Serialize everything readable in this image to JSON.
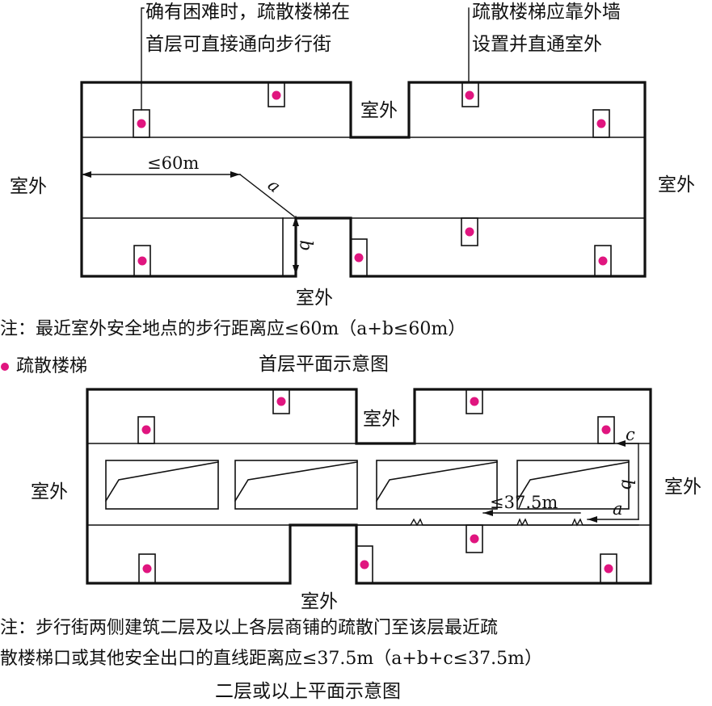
{
  "colors": {
    "stair": "#e0157f",
    "line": "#111111"
  },
  "icons": {
    "stair": "magenta-dot-icon"
  },
  "floor1": {
    "callout_left": [
      "确有困难时，疏散楼梯在",
      "首层可直接通向步行街"
    ],
    "callout_right": [
      "疏散楼梯应靠外墙",
      "设置并直通室外"
    ],
    "outdoor": "室外",
    "dist_label": "≤60m",
    "var_a": "a",
    "var_b": "b",
    "note": "注：最近室外安全地点的步行距离应≤60m（a+b≤60m）",
    "legend_text": "疏散楼梯",
    "title": "首层平面示意图"
  },
  "floor2": {
    "outdoor": "室外",
    "dist_label": "≤37.5m",
    "var_a": "a",
    "var_b": "b",
    "var_c": "c",
    "note_lines": [
      "注：步行街两侧建筑二层及以上各层商铺的疏散门至该层最近疏",
      "散楼梯口或其他安全出口的直线距离应≤37.5m（a+b+c≤37.5m）"
    ],
    "title": "二层或以上平面示意图"
  }
}
